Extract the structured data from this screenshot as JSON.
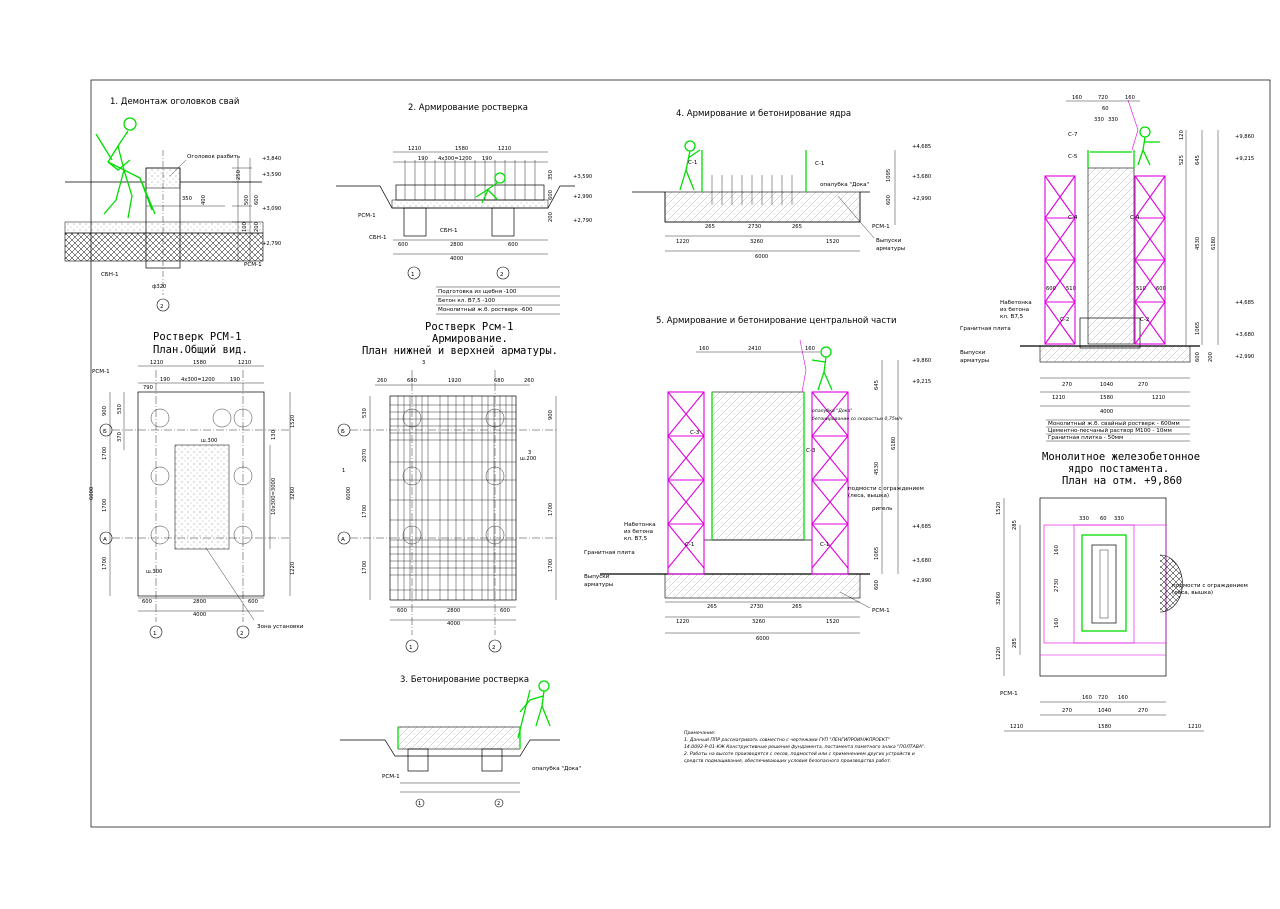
{
  "titles": {
    "s1": "1. Демонтаж оголовков свай",
    "s2": "2. Армирование ростверка",
    "s3": "3. Бетонирование ростверка",
    "s4": "4. Армирование и бетонирование ядра",
    "s5": "5. Армирование и бетонирование центральной части",
    "plan1_l1": "Ростверк РСМ-1",
    "plan1_l2": "План.Общий вид.",
    "plan2_l1": "Ростверк Рсм-1",
    "plan2_l2": "Армирование.",
    "plan2_l3": "План нижней и верхней арматуры.",
    "core_l1": "Монолитное железобетонное",
    "core_l2": "ядро постамента.",
    "core_l3": "План на отм. +9,860"
  },
  "labels": {
    "ogolovok": "Оголовок разбить",
    "sbn1": "СБН-1",
    "rsm1": "РСМ-1",
    "opalubka_doka": "опалубка \"Дока\"",
    "vypuski": "Выпуски арматуры",
    "nabetonka": "Набетонка из бетона кл. B7,5",
    "granit": "Гранитная плита",
    "zona": "Зона установки",
    "podmosti": "подмости с ограждением (леса, вышка)",
    "rigeli": "ригель",
    "betonirovanie": "бетонирование со скоростью 0,75м/ч",
    "c1": "С-1",
    "c2": "С-2",
    "c3": "С-3",
    "c4": "С-4",
    "c5": "С-5",
    "c7": "С-7",
    "axis1": "1",
    "axis2": "2",
    "axisA": "А",
    "axisB": "Б"
  },
  "layers_s2": [
    "Подготовка из щебня -100",
    "Бетон кл. B7,5 -100",
    "Монолитный ж.б. ростверк -600"
  ],
  "layers_r": [
    "Монолитный ж.б. свайный ростверк - 600мм",
    "Цементно-песчаный раствор М100 - 10мм",
    "Гранитная плитка - 50мм"
  ],
  "notes": [
    "Примечание:",
    "1. Данный ППР рассматривать совместно с чертежами ГУП \"ЛЕНГИПРОИНЖПРОЕКТ\"",
    "14.0092-Р-01-КЖ Конструктивные решения фундамента, постамента памятного знака \"ПОЛТАВА\".",
    "2. Работы на высоте производятся с лесов, подмостей или с применением других устройств и",
    "средств подмащивания, обеспечивающих условия безопасного производства работ."
  ],
  "dims": {
    "s1": [
      "+3,840",
      "+3,590",
      "+3,090",
      "+2,790",
      "350",
      "400",
      "500",
      "250",
      "600",
      "100",
      "200",
      "ф320"
    ],
    "s2": [
      "1210",
      "1580",
      "1210",
      "190",
      "4x300=1200",
      "190",
      "+3,590",
      "+2,990",
      "+2,790",
      "600",
      "2800",
      "600",
      "4000",
      "350",
      "600",
      "200"
    ],
    "s4": [
      "+4,685",
      "+3,680",
      "+2,990",
      "1095",
      "600",
      "265",
      "2730",
      "265",
      "1220",
      "3260",
      "1520",
      "6000"
    ],
    "s5": [
      "160",
      "2410",
      "160",
      "+9,860",
      "+9,215",
      "645",
      "4530",
      "6180",
      "+4,685",
      "+3,680",
      "+2,990",
      "1065",
      "600",
      "265",
      "2730",
      "265",
      "1220",
      "3260",
      "1520",
      "6000"
    ],
    "p1": [
      "1210",
      "1580",
      "1210",
      "190",
      "4x300=1200",
      "190",
      "790",
      "900",
      "1700",
      "1700",
      "1700",
      "6000",
      "530",
      "370",
      "1520",
      "3260",
      "1220",
      "10x300=3000",
      "130",
      "600",
      "2800",
      "600",
      "4000",
      "ш.300",
      "ш.300"
    ],
    "p2": [
      "260",
      "680",
      "1920",
      "680",
      "260",
      "530",
      "2070",
      "1700",
      "1700",
      "6000",
      "900",
      "600",
      "2800",
      "600",
      "4000",
      "3",
      "3",
      "1",
      "ш.200"
    ],
    "r": [
      "160",
      "720",
      "160",
      "60",
      "330",
      "330",
      "+9,860",
      "+9,215",
      "120",
      "525",
      "645",
      "4530",
      "6180",
      "600",
      "510",
      "510",
      "600",
      "+4,685",
      "+3,680",
      "+2,990",
      "1065",
      "600",
      "200",
      "270",
      "1040",
      "270",
      "1210",
      "1580",
      "1210",
      "4000"
    ],
    "core": [
      "1520",
      "285",
      "3260",
      "1220",
      "285",
      "330",
      "60",
      "330",
      "160",
      "2730",
      "160",
      "160",
      "720",
      "160",
      "270",
      "1040",
      "270",
      "1210",
      "1580",
      "1210"
    ]
  }
}
